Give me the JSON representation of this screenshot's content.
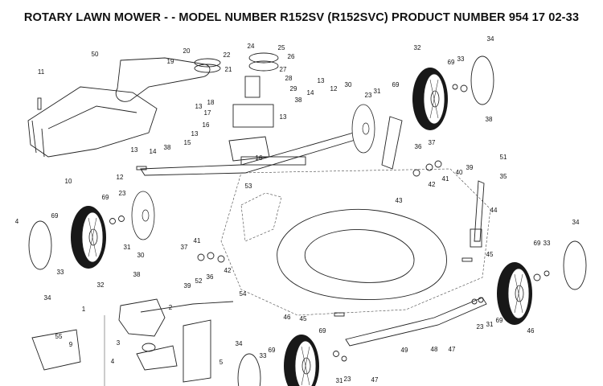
{
  "header": {
    "title": "ROTARY LAWN MOWER - - MODEL NUMBER R152SV (R152SVC) PRODUCT NUMBER 954 17 02-33"
  },
  "diagram": {
    "callouts": [
      "24",
      "25",
      "20",
      "22",
      "26",
      "50",
      "19",
      "27",
      "11",
      "21",
      "28",
      "13",
      "29",
      "18",
      "17",
      "38",
      "14",
      "12",
      "10",
      "30",
      "23",
      "31",
      "69",
      "32",
      "33",
      "34",
      "16",
      "15",
      "36",
      "37",
      "51",
      "39",
      "40",
      "41",
      "42",
      "35",
      "43",
      "44",
      "53",
      "4",
      "45",
      "46",
      "52",
      "54",
      "1",
      "2",
      "55",
      "9",
      "3",
      "5",
      "47",
      "48",
      "49"
    ]
  }
}
